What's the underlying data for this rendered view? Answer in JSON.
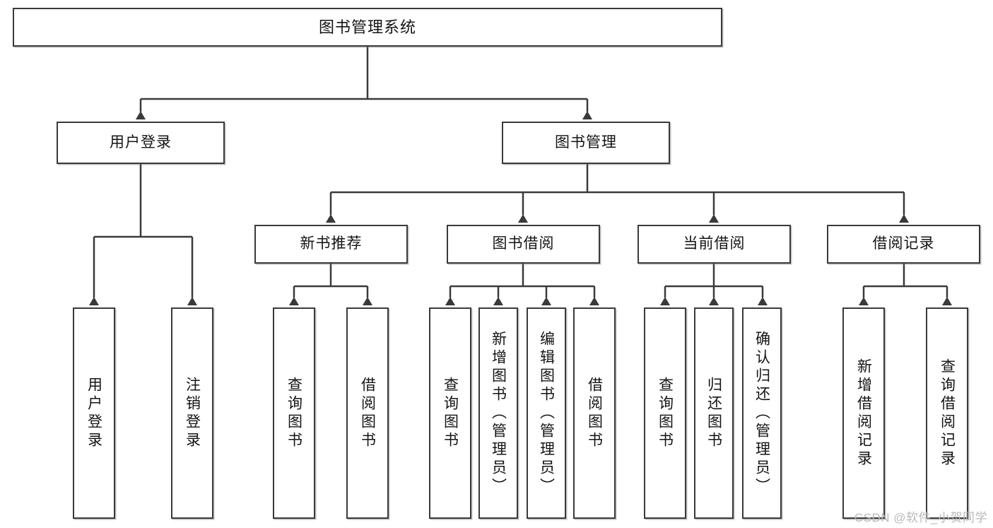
{
  "diagram": {
    "title": "图书管理系统",
    "type": "tree",
    "watermark": "CSDN @软件_小贺同学",
    "colors": {
      "stroke": "#3a3a3a",
      "fill": "#ffffff",
      "text": "#141414",
      "watermark": "#b9b9b9"
    },
    "root": {
      "id": "root",
      "label": "图书管理系统"
    },
    "level2": [
      {
        "id": "user-login",
        "label": "用户登录"
      },
      {
        "id": "book-manage",
        "label": "图书管理"
      }
    ],
    "level3": [
      {
        "id": "new-book-rec",
        "label": "新书推荐"
      },
      {
        "id": "book-borrow",
        "label": "图书借阅"
      },
      {
        "id": "current-borrow",
        "label": "当前借阅"
      },
      {
        "id": "borrow-record",
        "label": "借阅记录"
      }
    ],
    "leaves": [
      {
        "id": "leaf-user-login",
        "label": "用户登录",
        "parent": "user-login"
      },
      {
        "id": "leaf-user-logout",
        "label": "注销登录",
        "parent": "user-login"
      },
      {
        "id": "leaf-query-book-1",
        "label": "查询图书",
        "parent": "new-book-rec"
      },
      {
        "id": "leaf-borrow-book-1",
        "label": "借阅图书",
        "parent": "new-book-rec"
      },
      {
        "id": "leaf-query-book-2",
        "label": "查询图书",
        "parent": "book-borrow"
      },
      {
        "id": "leaf-add-book",
        "label": "新增图书（管理员）",
        "parent": "book-borrow"
      },
      {
        "id": "leaf-edit-book",
        "label": "编辑图书（管理员）",
        "parent": "book-borrow"
      },
      {
        "id": "leaf-borrow-book-2",
        "label": "借阅图书",
        "parent": "book-borrow"
      },
      {
        "id": "leaf-query-book-3",
        "label": "查询图书",
        "parent": "current-borrow"
      },
      {
        "id": "leaf-return-book",
        "label": "归还图书",
        "parent": "current-borrow"
      },
      {
        "id": "leaf-confirm-return",
        "label": "确认归还（管理员）",
        "parent": "current-borrow"
      },
      {
        "id": "leaf-add-record",
        "label": "新增借阅记录",
        "parent": "borrow-record"
      },
      {
        "id": "leaf-query-record",
        "label": "查询借阅记录",
        "parent": "borrow-record"
      }
    ]
  }
}
